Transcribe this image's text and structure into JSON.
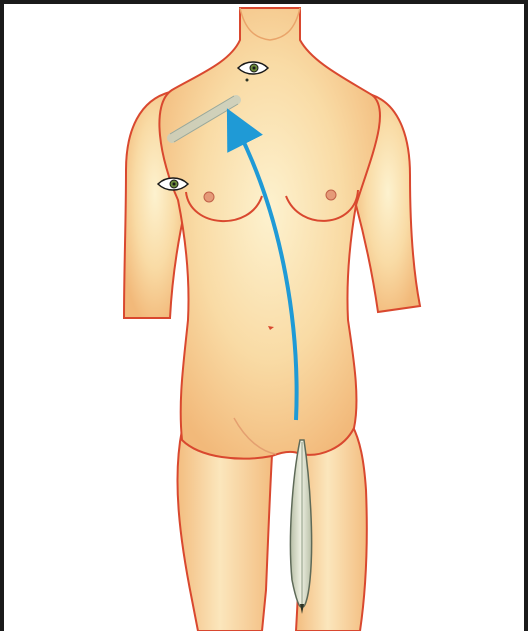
{
  "illustration": {
    "subject": "anatomical-figure-front-view",
    "colors": {
      "skin": "#f6c690",
      "skin_light": "#fbe7b8",
      "outline": "#d9482f",
      "arrow": "#1f9ad6",
      "graft": "#d7dcc6",
      "frame": "#1a1a1a",
      "background": "#ffffff"
    },
    "icons": [
      "eye-marker-icon",
      "eye-marker-icon",
      "blue-arrow",
      "vein-graft",
      "incision-mark"
    ]
  }
}
